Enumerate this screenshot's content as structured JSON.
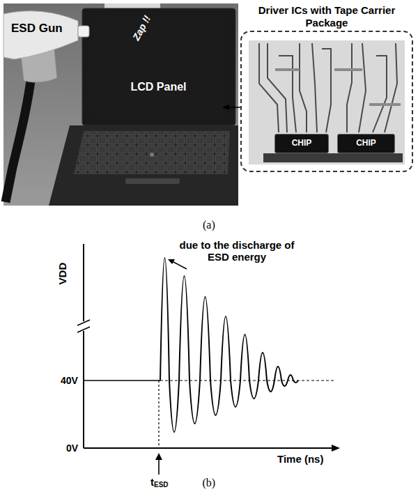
{
  "diagram": {
    "nodes": [
      {
        "text": [
          "LCD Panel"
        ]
      },
      {
        "text": [
          "Driver ICs with Tape Carrier Package"
        ]
      },
      {
        "text": [
          "CHIP"
        ],
        "in": 1
      },
      {
        "text": [
          "CHIP"
        ],
        "in": 1
      }
    ],
    "edges": [
      {
        "from": 1,
        "to": 0,
        "arrow": "to"
      }
    ],
    "labels": [
      "ESD Gun",
      "Zap !!",
      "(a)",
      "due to the discharge of ESD energy",
      "VDD",
      "40V",
      "0V",
      "Time (ns)",
      "t",
      "ESD",
      "(b)"
    ]
  }
}
